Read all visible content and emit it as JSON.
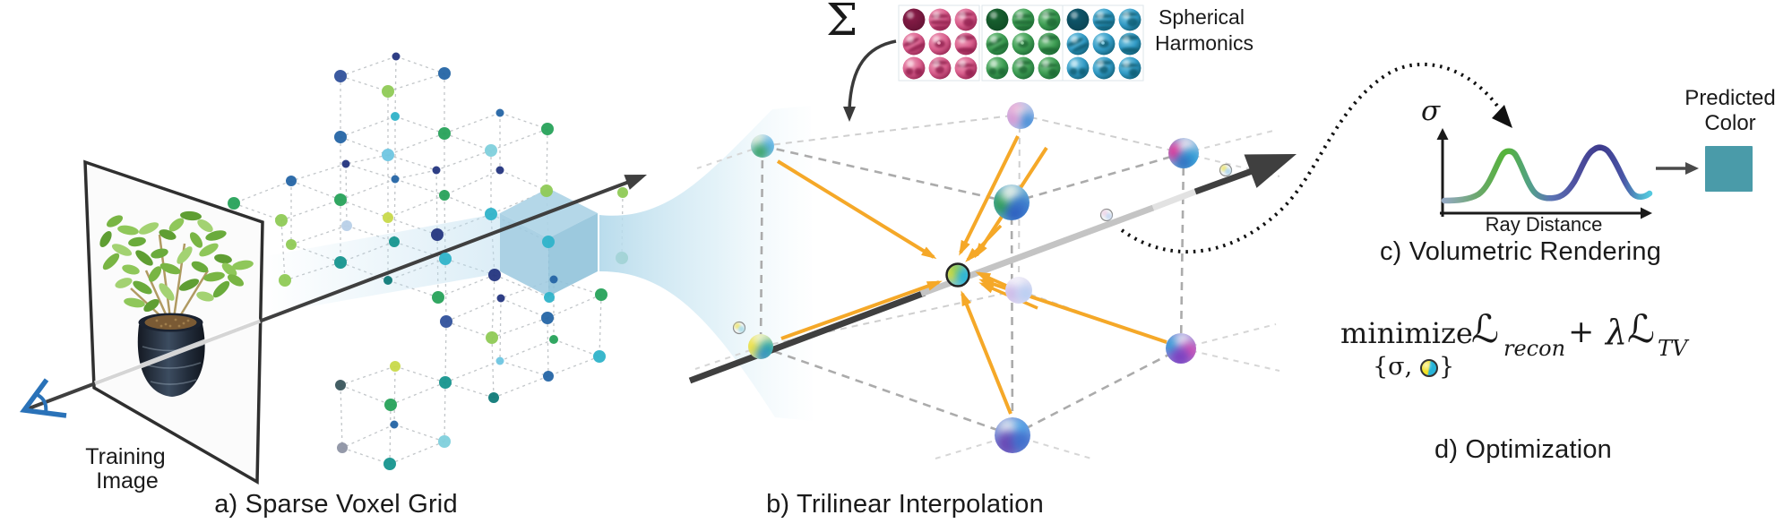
{
  "panel_a": {
    "caption": "a) Sparse Voxel Grid",
    "training_image_line1": "Training",
    "training_image_line2": "Image"
  },
  "panel_b": {
    "caption": "b) Trilinear Interpolation",
    "sum_symbol": "Σ",
    "sh_line1": "Spherical",
    "sh_line2": "Harmonics"
  },
  "panel_c": {
    "caption": "c) Volumetric Rendering",
    "sigma_label": "σ",
    "x_axis_label": "Ray Distance",
    "predicted_line1": "Predicted",
    "predicted_line2": "Color",
    "predicted_color": "#4a9ba9"
  },
  "panel_d": {
    "caption": "d) Optimization",
    "equation": {
      "minimize": "minimize",
      "arg_open": "{σ,",
      "arg_close": "}",
      "loss1": "ℒ",
      "loss1_sub": "recon",
      "plus": "+",
      "lambda": "λ",
      "loss2": "ℒ",
      "loss2_sub": "TV"
    }
  },
  "colors": {
    "accent_arrow": "#f5a828",
    "ray_dark": "#3f3f3f",
    "ray_light": "#c4c4c4",
    "ray_pale": "#e2e2e2",
    "funnel": "#b2d8ea",
    "voxel_cube_top": "#aed4e6",
    "voxel_cube_left": "#9fcbe0",
    "voxel_cube_right": "#8ec2d9",
    "camera": "#2a72b8",
    "lattice_line": "#c2c6c9",
    "cube_edge": "#ababab",
    "cube_edge_back": "#cfcfcf",
    "dot_palette": {
      "navy": "#24357f",
      "indigo": "#30519b",
      "blue": "#2565a5",
      "lightblue": "#6fc6e2",
      "paleblue": "#b8d0e8",
      "cyan": "#2fb3c9",
      "lightcyan": "#7fd0dc",
      "teal": "#16958e",
      "darkteal": "#0f7a78",
      "green": "#27a25a",
      "lightgreen": "#8fca56",
      "yellowgreen": "#c8d94a",
      "darkslate": "#39555c",
      "gray": "#8e93a4"
    },
    "sh_families": [
      {
        "name": "red",
        "light": "#f2a7c0",
        "mid": "#d95f8d",
        "dark": "#8e1e4b",
        "darkest": "#5f1232"
      },
      {
        "name": "green",
        "light": "#90cf9b",
        "mid": "#3f9e54",
        "dark": "#1a6632",
        "darkest": "#0e4722"
      },
      {
        "name": "blue",
        "light": "#8ed2e8",
        "mid": "#339bc6",
        "dark": "#0f5a70",
        "darkest": "#0a414f"
      }
    ],
    "curve_stops": [
      [
        "0",
        "#93a8c2"
      ],
      [
        "0.17",
        "#6aa86a"
      ],
      [
        "0.3",
        "#54b437"
      ],
      [
        "0.42",
        "#53a08a"
      ],
      [
        "0.52",
        "#5b74b4"
      ],
      [
        "0.64",
        "#4f51a0"
      ],
      [
        "0.76",
        "#3d3a8c"
      ],
      [
        "0.87",
        "#4a55a6"
      ],
      [
        "0.95",
        "#4fa9c9"
      ],
      [
        "1",
        "#54c8de"
      ]
    ]
  }
}
